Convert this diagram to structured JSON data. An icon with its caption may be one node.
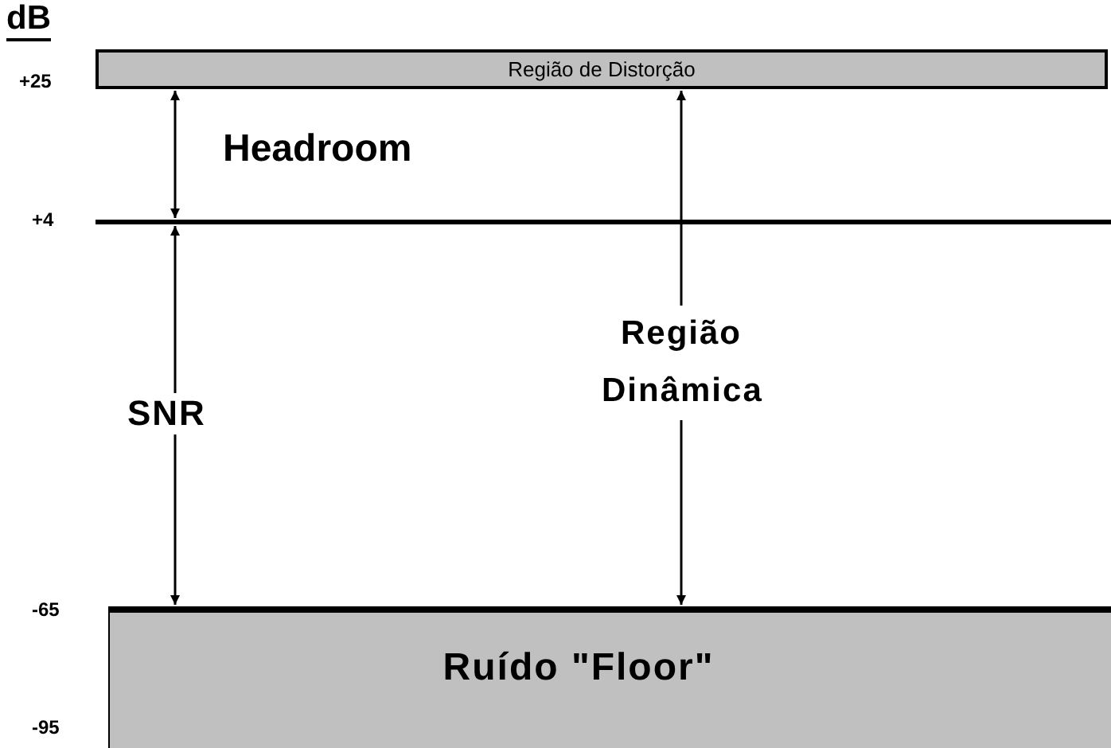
{
  "diagram": {
    "nodes": [
      {
        "text": [
          "Região de Distorção"
        ]
      },
      {
        "text": [],
        "shape": "bar"
      },
      {
        "text": [
          "Ruído \"Floor\""
        ]
      }
    ],
    "edges": [
      {
        "from": 0,
        "to": 1,
        "arrow": "both",
        "label": "Headroom"
      },
      {
        "from": 1,
        "to": 2,
        "arrow": "both",
        "label": "SNR"
      },
      {
        "from": 0,
        "to": 2,
        "arrow": "both",
        "label": "Região Dinâmica"
      }
    ],
    "labels": [
      "dB",
      "+25",
      "+4",
      "-65",
      "-95"
    ]
  }
}
